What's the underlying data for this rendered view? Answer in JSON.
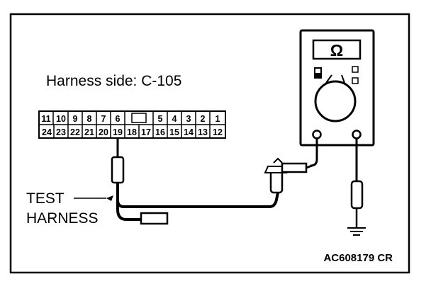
{
  "diagram": {
    "harness_label": "Harness side: C-105",
    "connector": {
      "top_row": [
        "11",
        "10",
        "9",
        "8",
        "7",
        "6",
        "",
        "5",
        "4",
        "3",
        "2",
        "1"
      ],
      "bottom_row": [
        "24",
        "23",
        "22",
        "21",
        "20",
        "19",
        "18",
        "17",
        "16",
        "15",
        "14",
        "13",
        "12"
      ]
    },
    "test_harness_line1": "TEST",
    "test_harness_line2": "HARNESS",
    "meter_symbol": "Ω",
    "figure_code": "AC608179 CR"
  },
  "icons": {
    "ohmmeter": "ohmmeter-icon",
    "ground": "ground-icon"
  }
}
